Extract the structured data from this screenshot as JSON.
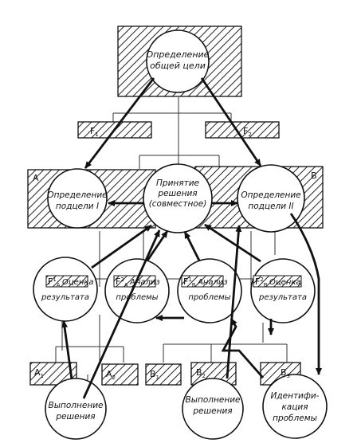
{
  "diagram": {
    "nodes": {
      "goal": [
        "Определение",
        "общей цели"
      ],
      "decision": [
        "Принятие",
        "решения",
        "(совместное)"
      ],
      "subgoal1": [
        "Определение",
        "подцели I"
      ],
      "subgoal2": [
        "Определение",
        "подцели II"
      ],
      "eval_left": [
        "результата"
      ],
      "eval_left_tag": "Оценка",
      "analysis_left": [
        "проблемы"
      ],
      "analysis_left_tag": "Анализ",
      "analysis_right": [
        "проблемы"
      ],
      "analysis_right_tag": "Анализ",
      "eval_right": [
        "результата"
      ],
      "eval_right_tag": "Оценка",
      "exec_left": [
        "Выполнение",
        "решения"
      ],
      "exec_right": [
        "Выполнение",
        "решения"
      ],
      "identify": [
        "Идентифи-",
        "кация",
        "проблемы"
      ]
    },
    "labels": {
      "F1": "F",
      "F1_sub": "1",
      "F2": "F",
      "F2_sub": "2",
      "A": "A",
      "B": "B",
      "A1": "A",
      "A1_sub": "1",
      "A2": "A",
      "A2_sub": "2",
      "B1": "B",
      "B1_sub": "1",
      "B2": "B",
      "B2_sub": "2",
      "B3": "B",
      "B3_sub": "3",
      "tag1_main": "F",
      "tag1_sup": "1",
      "tag1_sub": "A",
      "tag2_main": "F",
      "tag2_sup": "2",
      "tag2_sub": "A",
      "tag3_main": "F",
      "tag3_sup": "1",
      "tag3_sub": "B",
      "tag4_main": "F",
      "tag4_sup": "2",
      "tag4_sub": "B"
    }
  }
}
